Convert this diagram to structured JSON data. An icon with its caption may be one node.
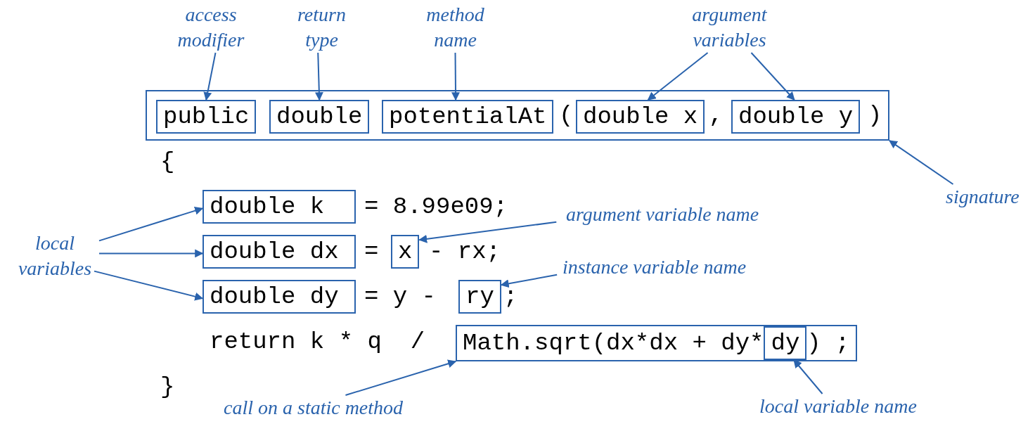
{
  "diagram": {
    "nodes": [
      {
        "text": [],
        "shape": "box"
      },
      {
        "text": [
          "public"
        ],
        "in": 0
      },
      {
        "text": [
          "double"
        ],
        "in": 0
      },
      {
        "text": [
          "potentialAt"
        ],
        "in": 0
      },
      {
        "text": [
          "double x"
        ],
        "in": 0
      },
      {
        "text": [
          "double y"
        ],
        "in": 0
      },
      {
        "text": [
          "access modifier"
        ]
      },
      {
        "text": [
          "return type"
        ]
      },
      {
        "text": [
          "method name"
        ]
      },
      {
        "text": [
          "argument variables"
        ]
      },
      {
        "text": [
          "signature"
        ]
      },
      {
        "text": [
          "double k"
        ]
      },
      {
        "text": [
          "double dx"
        ]
      },
      {
        "text": [
          "x"
        ]
      },
      {
        "text": [
          "double dy"
        ]
      },
      {
        "text": [
          "ry"
        ]
      },
      {
        "text": [
          "Math.sqrt(dx*dx + dy*",
          ") ;"
        ]
      },
      {
        "text": [
          "dy"
        ],
        "in": 16
      },
      {
        "text": [
          "local variables"
        ]
      },
      {
        "text": [
          "argument variable name"
        ]
      },
      {
        "text": [
          "instance variable name"
        ]
      },
      {
        "text": [
          "call on a static method"
        ]
      },
      {
        "text": [
          "local variable name"
        ]
      }
    ],
    "edges": [
      {
        "from": 6,
        "to": 1,
        "arrow": "to"
      },
      {
        "from": 7,
        "to": 2,
        "arrow": "to"
      },
      {
        "from": 8,
        "to": 3,
        "arrow": "to"
      },
      {
        "from": 9,
        "to": 4,
        "arrow": "to"
      },
      {
        "from": 9,
        "to": 5,
        "arrow": "to"
      },
      {
        "from": 10,
        "to": 0,
        "arrow": "to"
      },
      {
        "from": 18,
        "to": 11,
        "arrow": "to"
      },
      {
        "from": 18,
        "to": 12,
        "arrow": "to"
      },
      {
        "from": 18,
        "to": 14,
        "arrow": "to"
      },
      {
        "from": 19,
        "to": 13,
        "arrow": "to"
      },
      {
        "from": 20,
        "to": 15,
        "arrow": "to"
      },
      {
        "from": 21,
        "to": 16,
        "arrow": "to"
      },
      {
        "from": 22,
        "to": 17,
        "arrow": "to"
      }
    ],
    "labels": [
      "(",
      ",",
      ")",
      "{",
      "= 8.99e09;",
      "=",
      "- rx;",
      "= y -",
      ";",
      "return k * q  /",
      "}"
    ]
  }
}
